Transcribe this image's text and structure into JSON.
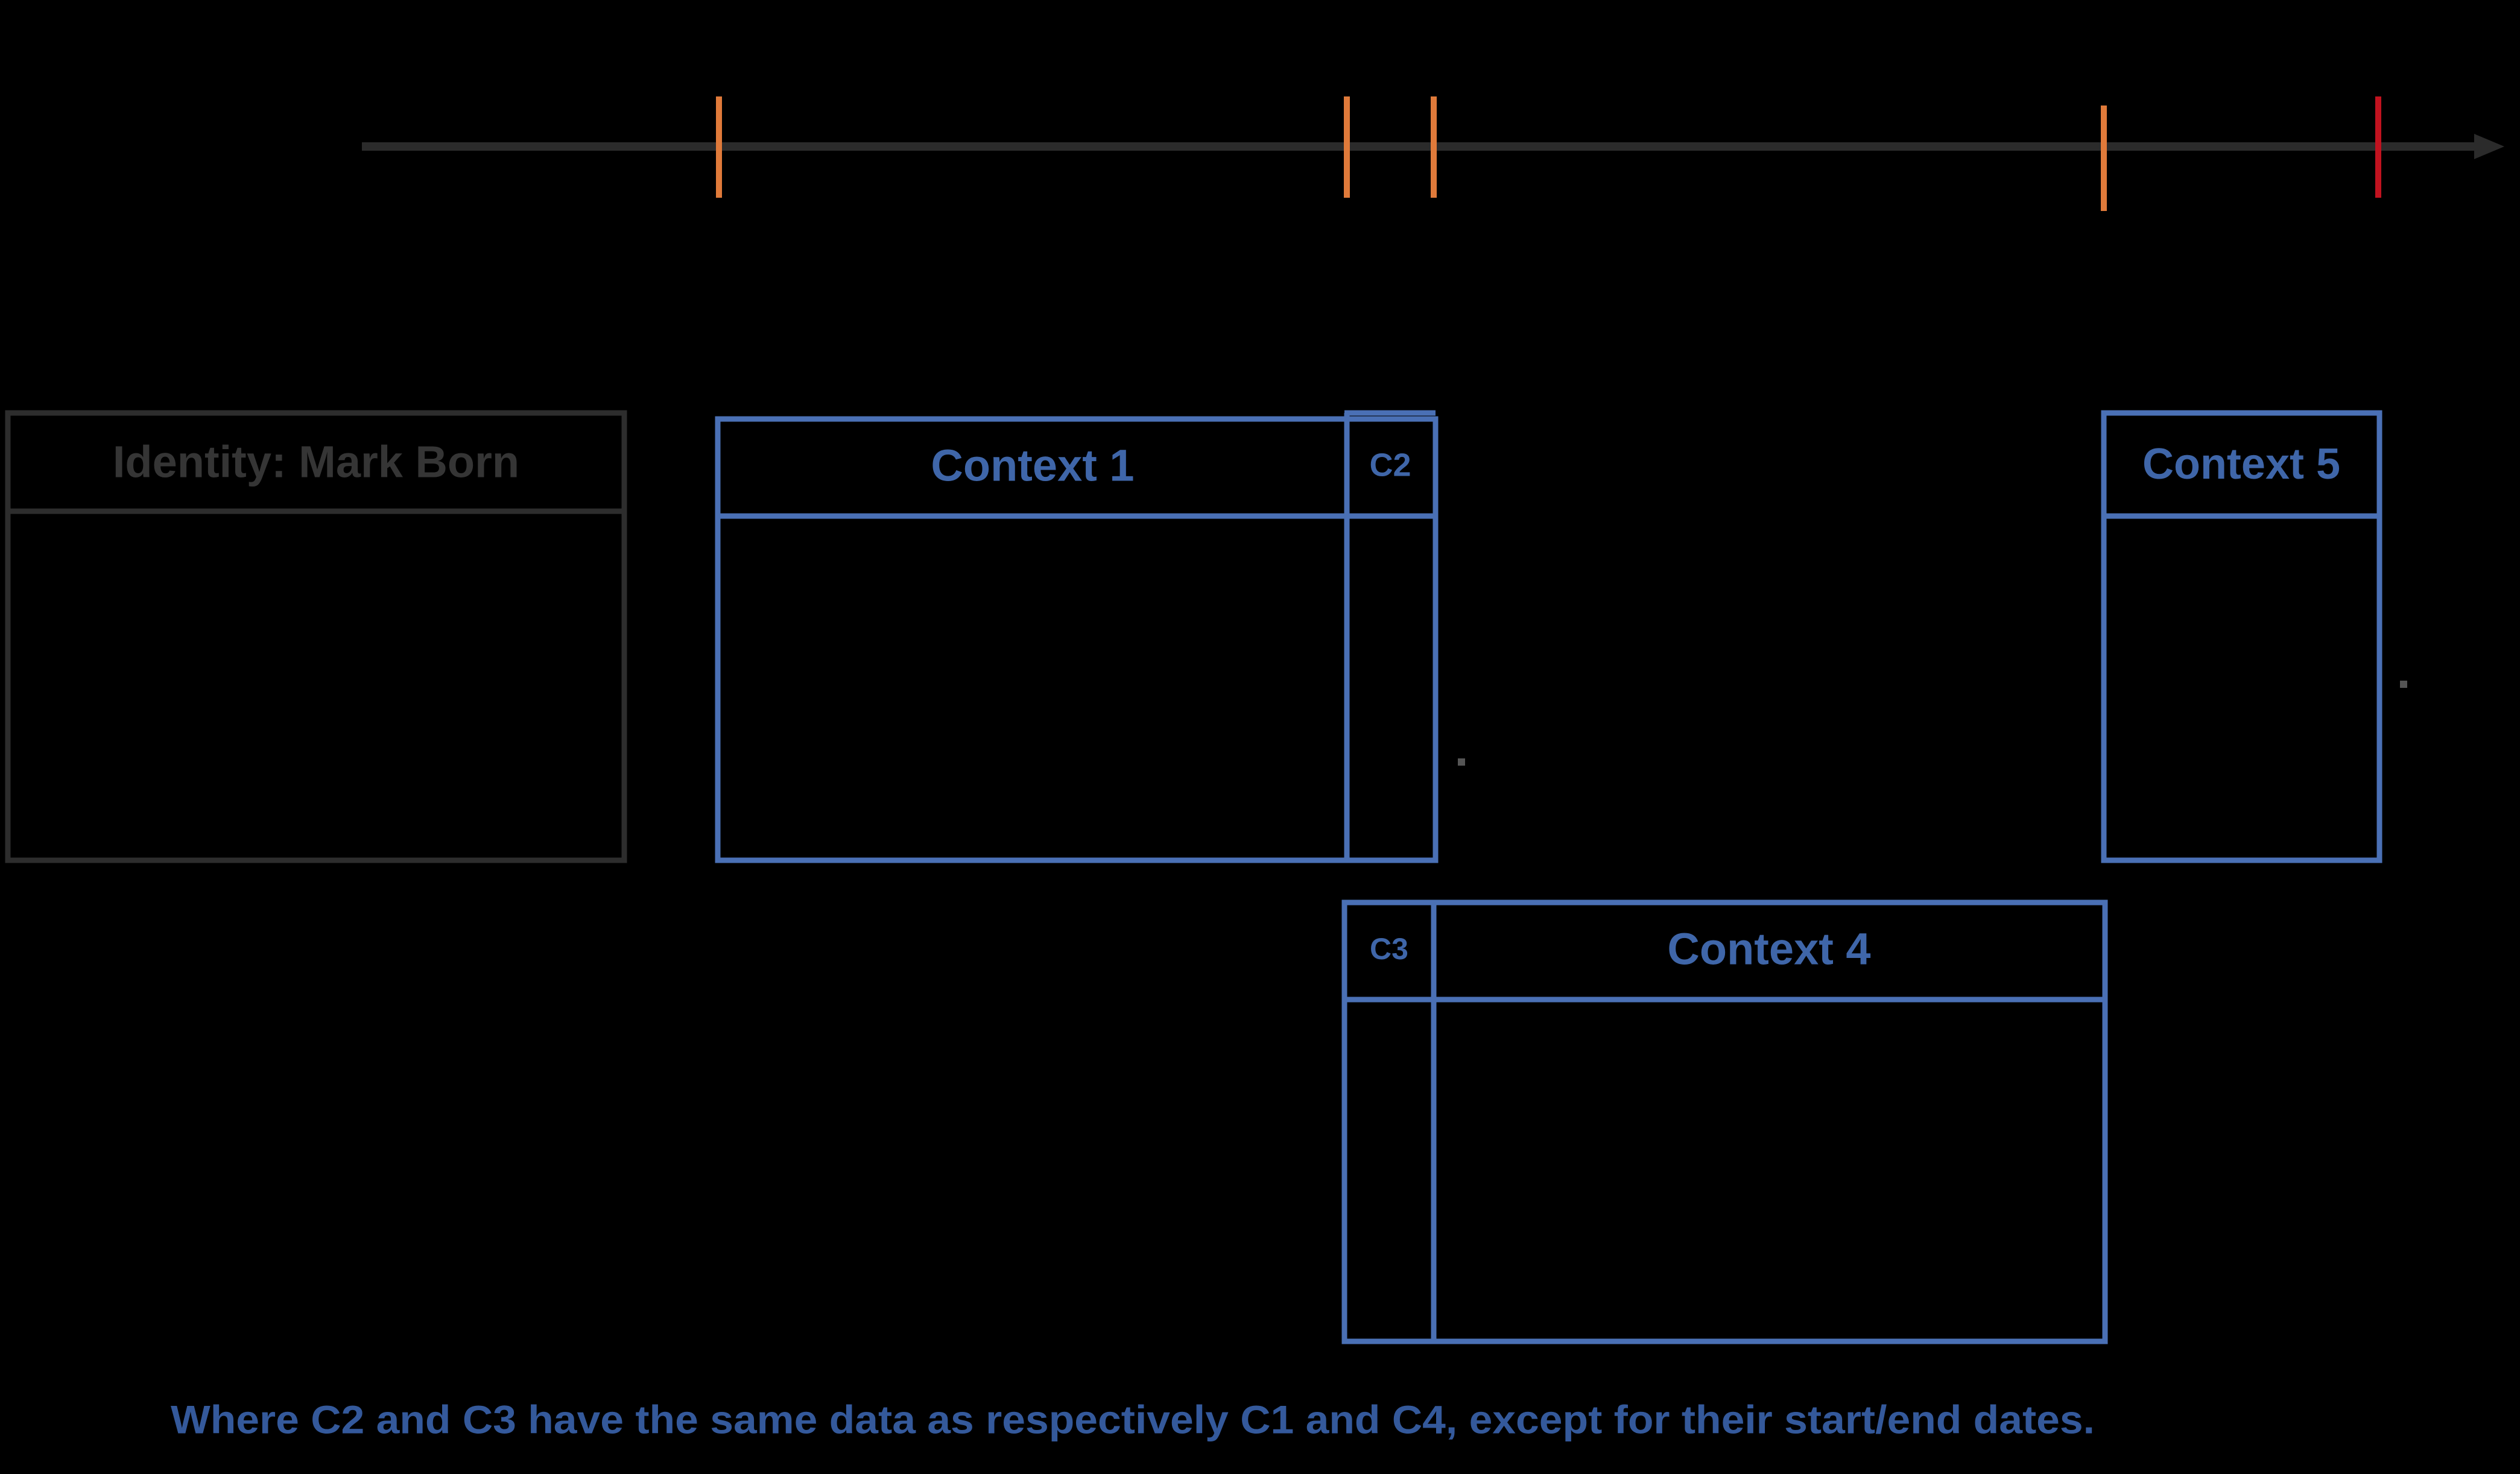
{
  "colors": {
    "background": "#000000",
    "timeline": "#2b2b2b",
    "identity_border": "#2d2d2d",
    "identity_text": "#353535",
    "context_border": "#4a70b5",
    "context_text": "#3f66a9",
    "tick_orange": "#e07a3a",
    "tick_red": "#c1121f",
    "footnote_text": "#34599b"
  },
  "timeline": {
    "ticks": [
      {
        "color_role": "tick_orange"
      },
      {
        "color_role": "tick_orange"
      },
      {
        "color_role": "tick_orange"
      },
      {
        "color_role": "tick_orange"
      },
      {
        "color_role": "tick_red"
      }
    ]
  },
  "identity": {
    "title": "Identity: Mark Born"
  },
  "contexts": {
    "context1": {
      "title": "Context 1"
    },
    "c2": {
      "title": "C2"
    },
    "c3": {
      "title": "C3"
    },
    "context4": {
      "title": "Context 4"
    },
    "context5": {
      "title": "Context 5"
    }
  },
  "footnote": {
    "text": "Where C2 and C3 have the same data as respectively C1 and C4, except for their start/end dates."
  }
}
